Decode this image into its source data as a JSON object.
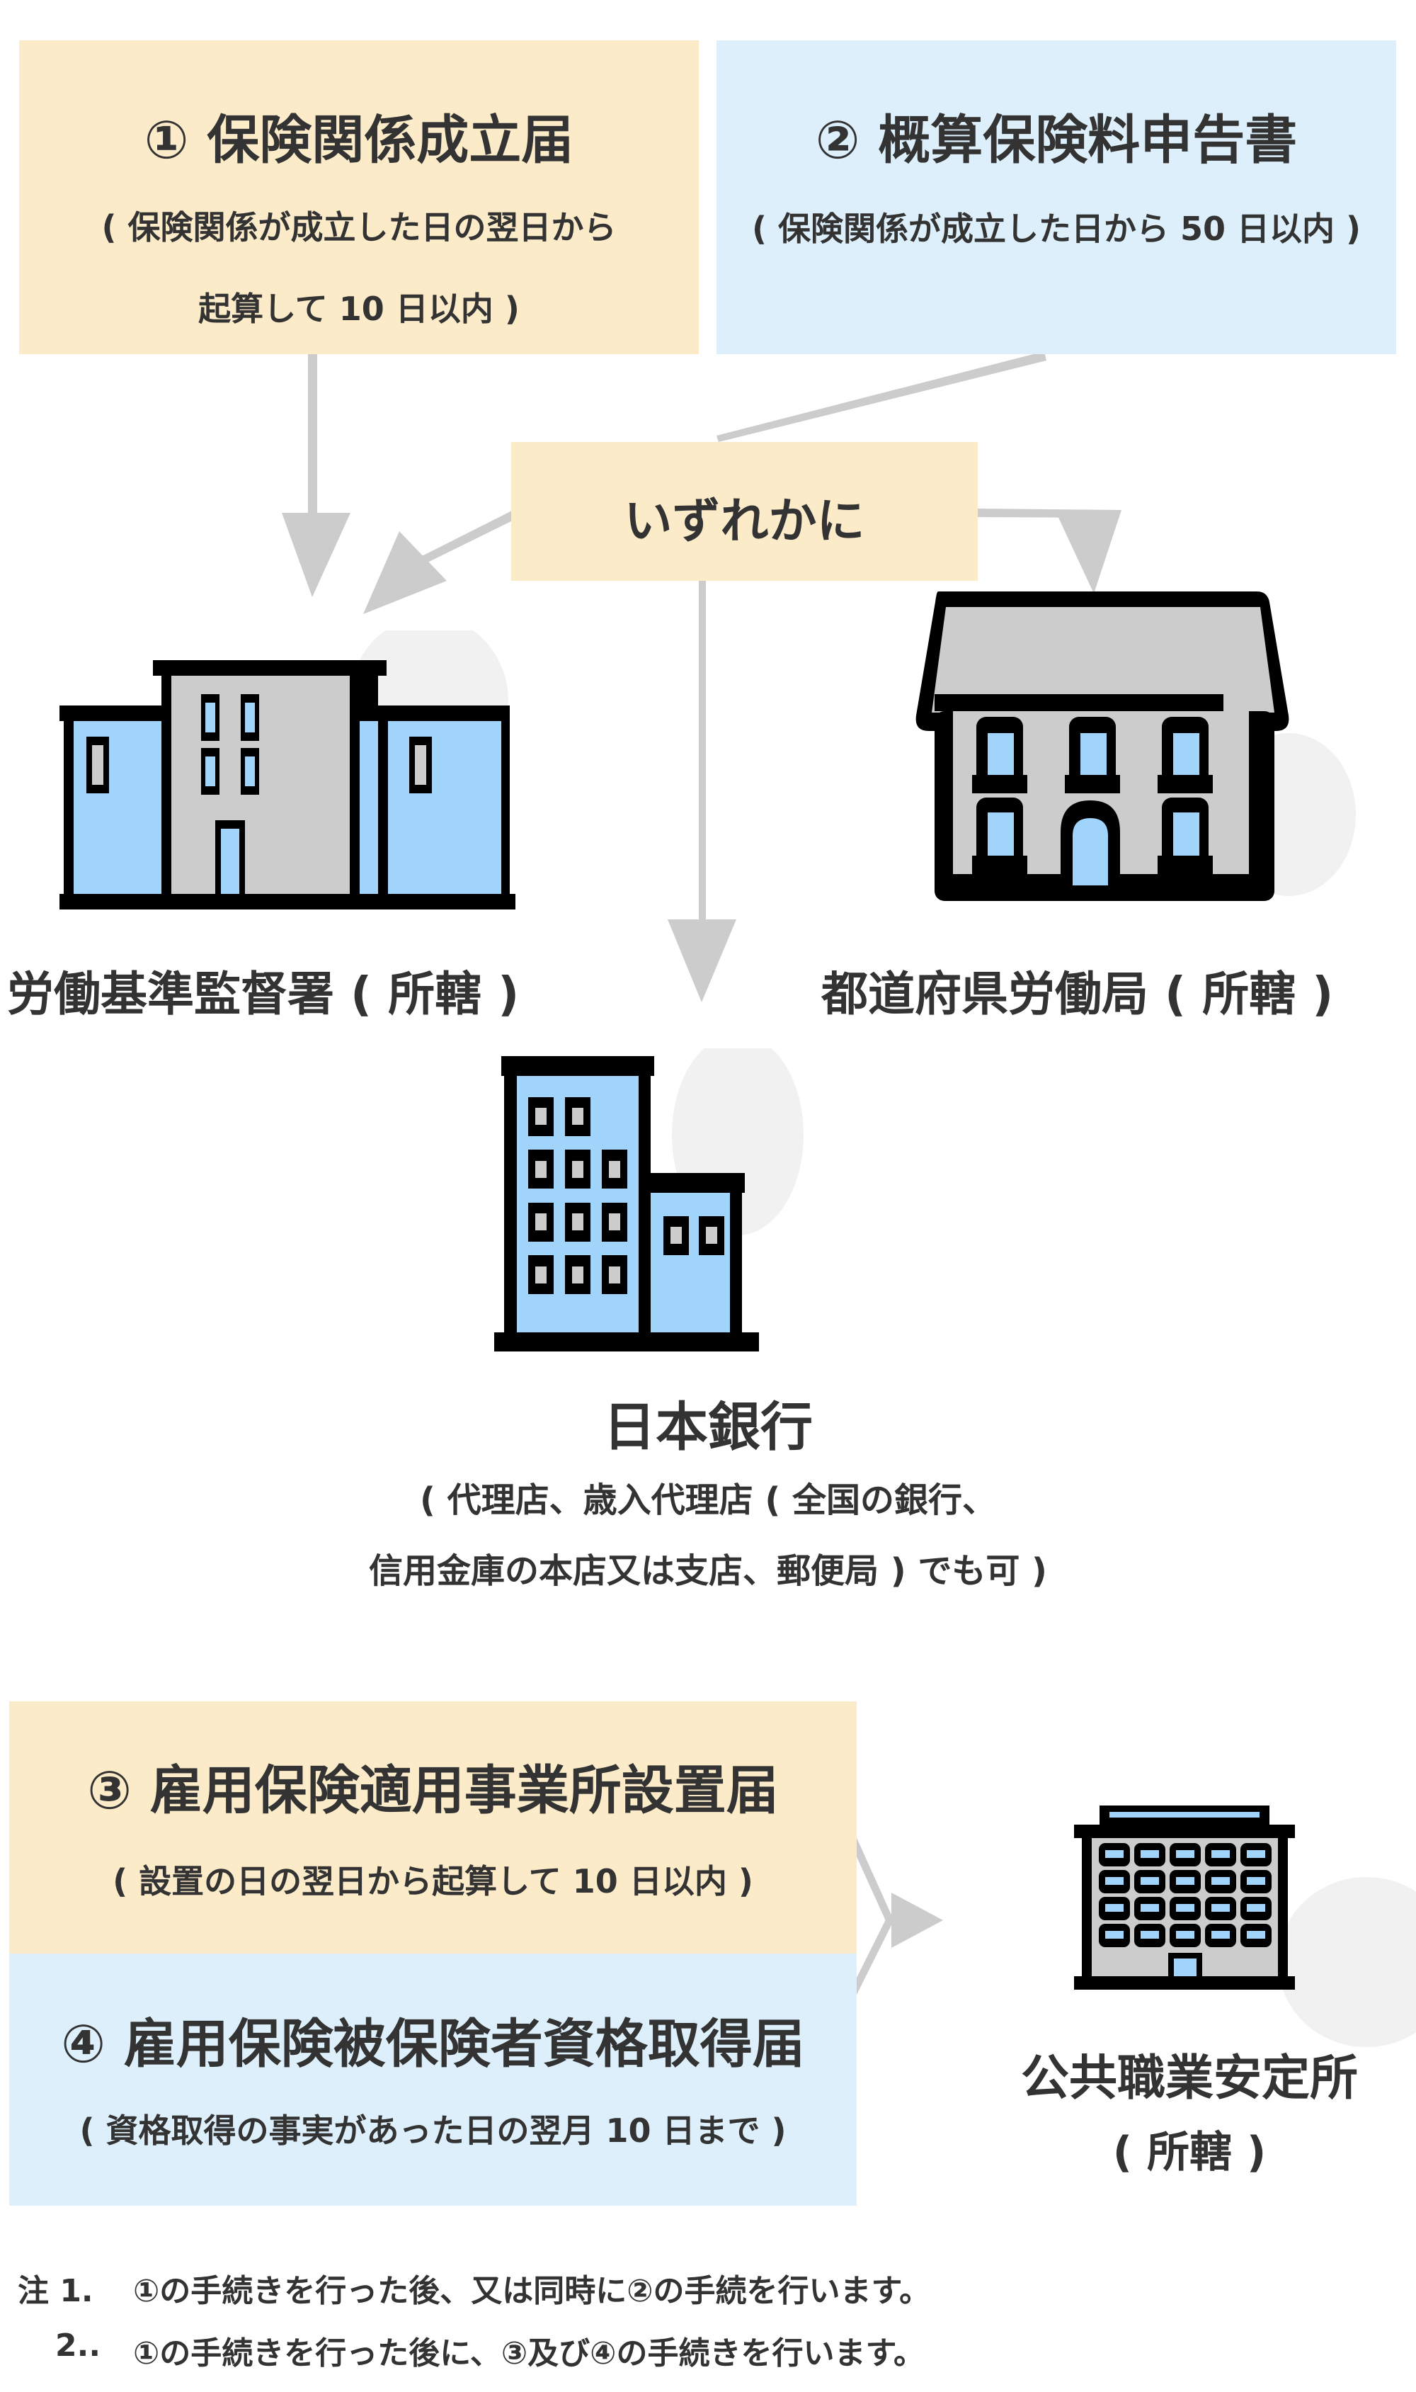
{
  "colors": {
    "yellow_box": "#fcebc9",
    "blue_box": "#ddeffa",
    "arrow": "#cccccc",
    "text": "#333333",
    "building_blue": "#a0d4fb",
    "building_gray": "#cccccc",
    "building_outline": "#000000",
    "shadow_circle": "#f1f1f1"
  },
  "procedures": [
    {
      "number": "①",
      "title": "① 保険関係成立届",
      "deadline_line1": "( 保険関係が成立した日の翌日から",
      "deadline_line2": "起算して 10 日以内 )"
    },
    {
      "number": "②",
      "title": "② 概算保険料申告書",
      "deadline_line1": "( 保険関係が成立した日から 50 日以内 )"
    },
    {
      "number": "③",
      "title": "③ 雇用保険適用事業所設置届",
      "deadline_line1": "( 設置の日の翌日から起算して 10 日以内 )"
    },
    {
      "number": "④",
      "title": "④ 雇用保険被保険者資格取得届",
      "deadline_line1": "( 資格取得の事実があった日の翌月 10 日まで )"
    }
  ],
  "choice_label": "いずれかに",
  "offices": {
    "labor_standards": {
      "name": "労働基準監督署 ( 所轄 )",
      "icon": "office-building-icon"
    },
    "prefectural_labor": {
      "name": "都道府県労働局 ( 所轄 )",
      "icon": "government-building-icon"
    },
    "bank_of_japan": {
      "name": "日本銀行",
      "note_line1": "( 代理店、歳入代理店 ( 全国の銀行、",
      "note_line2": "信用金庫の本店又は支店、郵便局 ) でも可 )",
      "icon": "bank-building-icon"
    },
    "public_employment": {
      "name": "公共職業安定所",
      "sub": "( 所轄 )",
      "icon": "employment-office-building-icon"
    }
  },
  "notes": [
    {
      "label": "注 1.",
      "text": "①の手続きを行った後、又は同時に②の手続を行います。"
    },
    {
      "label": "2..",
      "text": "①の手続きを行った後に、③及び④の手続きを行います。"
    }
  ]
}
